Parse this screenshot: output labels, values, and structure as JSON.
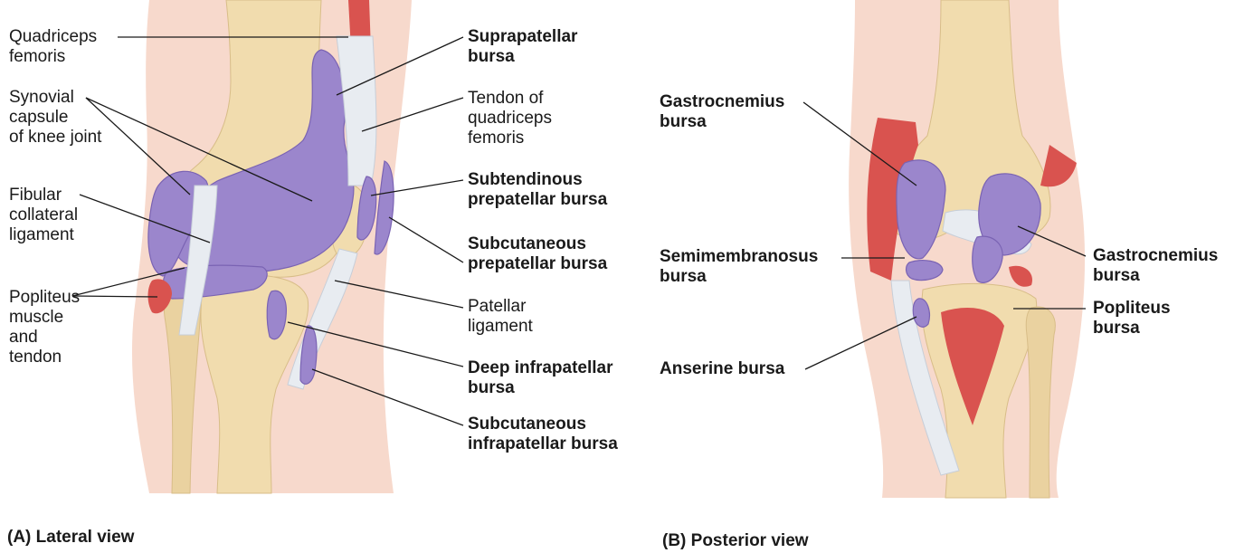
{
  "panel_a": {
    "caption": "(A) Lateral view",
    "labels": {
      "quadriceps_femoris": "Quadriceps\nfemoris",
      "synovial_capsule": "Synovial\ncapsule\nof knee joint",
      "fibular_collateral": "Fibular\ncollateral\nligament",
      "popliteus_muscle": "Popliteus\nmuscle\nand\ntendon",
      "suprapatellar_bursa": "Suprapatellar\nbursa",
      "tendon_quadriceps": "Tendon of\nquadriceps\nfemoris",
      "subtendinous_prepatellar": "Subtendinous\nprepatellar bursa",
      "subcutaneous_prepatellar": "Subcutaneous\nprepatellar bursa",
      "patellar_ligament": "Patellar\nligament",
      "deep_infrapatellar": "Deep infrapatellar\nbursa",
      "subcutaneous_infrapatellar": "Subcutaneous\ninfrapatellar bursa"
    }
  },
  "panel_b": {
    "caption": "(B) Posterior view",
    "labels": {
      "gastrocnemius_bursa_left": "Gastrocnemius\nbursa",
      "semimembranosus_bursa": "Semimembranosus\nbursa",
      "anserine_bursa": "Anserine bursa",
      "gastrocnemius_bursa_right": "Gastrocnemius\nbursa",
      "popliteus_bursa": "Popliteus\nbursa"
    }
  },
  "colors": {
    "skin": "#f7d9cc",
    "bone": "#f1dcae",
    "bone_shade": "#dfc48e",
    "bursa": "#9b86cc",
    "bursa_edge": "#7a63b3",
    "ligament": "#e8ecf1",
    "muscle": "#d9534f"
  }
}
